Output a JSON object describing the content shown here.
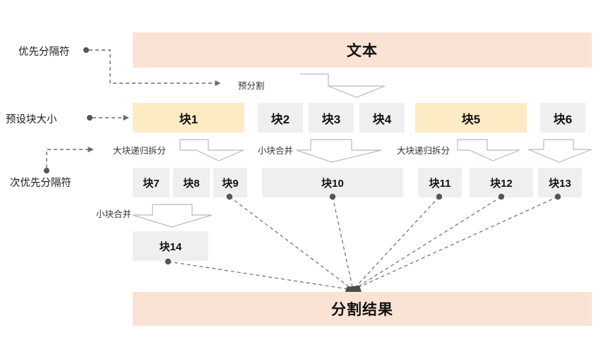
{
  "diagram": {
    "title_source": "文本",
    "title_result": "分割结果",
    "side_labels": [
      {
        "id": "primary-separator",
        "text": "优先分隔符"
      },
      {
        "id": "preset-chunk-size",
        "text": "预设块大小"
      },
      {
        "id": "secondary-separator",
        "text": "次优先分隔符"
      }
    ],
    "operations": [
      {
        "id": "pre-split",
        "text": "预分割"
      },
      {
        "id": "big-chunk-recursive-split-1",
        "text": "大块递归拆分"
      },
      {
        "id": "small-chunk-merge-1",
        "text": "小块合并"
      },
      {
        "id": "big-chunk-recursive-split-2",
        "text": "大块递归拆分"
      },
      {
        "id": "small-chunk-merge-2",
        "text": "小块合并"
      }
    ],
    "row_chunks_level1": [
      {
        "label": "块1",
        "color": "yellow"
      },
      {
        "label": "块2",
        "color": "grey"
      },
      {
        "label": "块3",
        "color": "grey"
      },
      {
        "label": "块4",
        "color": "grey"
      },
      {
        "label": "块5",
        "color": "yellow"
      },
      {
        "label": "块6",
        "color": "grey"
      }
    ],
    "row_chunks_level2": [
      {
        "label": "块7",
        "color": "grey"
      },
      {
        "label": "块8",
        "color": "grey"
      },
      {
        "label": "块9",
        "color": "grey"
      },
      {
        "label": "块10",
        "color": "grey"
      },
      {
        "label": "块11",
        "color": "grey"
      },
      {
        "label": "块12",
        "color": "grey"
      },
      {
        "label": "块13",
        "color": "grey"
      }
    ],
    "row_chunks_level3": [
      {
        "label": "块14",
        "color": "grey"
      }
    ],
    "colors": {
      "peach": "#fae2d5",
      "yellow": "#fdebc4",
      "grey": "#efefef",
      "connector": "#6b6b6b",
      "arrow_outline": "#b9b9b9"
    }
  }
}
